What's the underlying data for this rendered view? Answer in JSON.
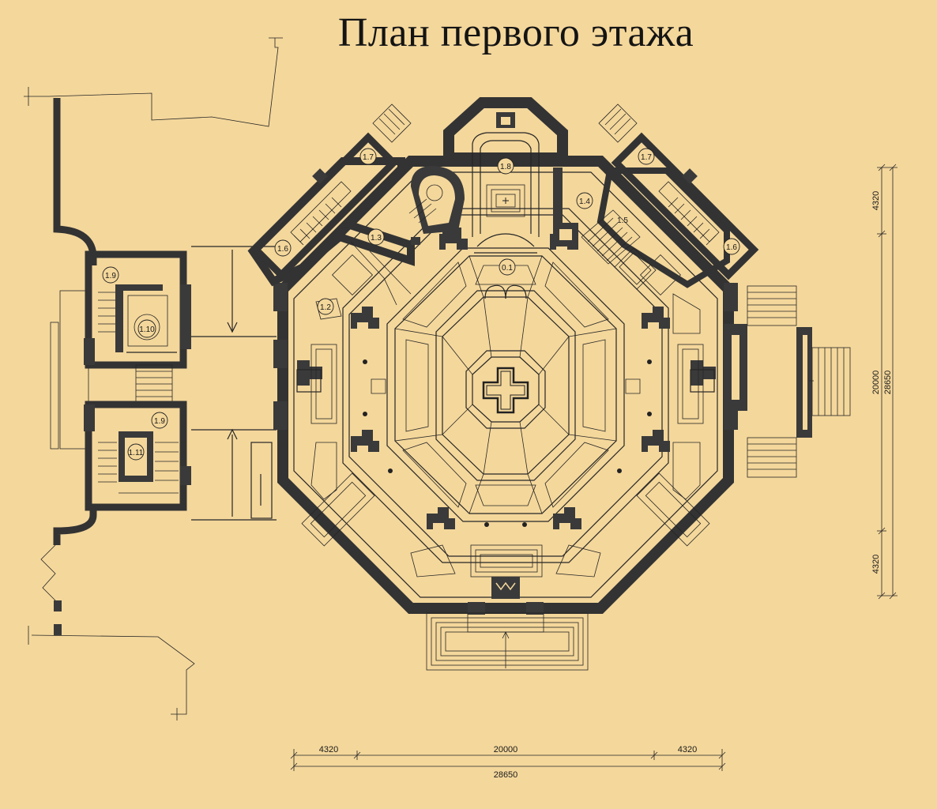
{
  "title": "План первого этажа",
  "rooms": [
    {
      "label": "1.7"
    },
    {
      "label": "1.8"
    },
    {
      "label": "1.7"
    },
    {
      "label": "1.6"
    },
    {
      "label": "1.3"
    },
    {
      "label": "1.4"
    },
    {
      "label": "1.5"
    },
    {
      "label": "1.6"
    },
    {
      "label": "0.1"
    },
    {
      "label": "1.2"
    },
    {
      "label": "1.9"
    },
    {
      "label": "1.10"
    },
    {
      "label": "1.9"
    },
    {
      "label": "1.11"
    }
  ],
  "dimensions": {
    "bottom": {
      "left": "4320",
      "middle": "20000",
      "right": "4320",
      "total": "28650"
    },
    "right": {
      "top": "4320",
      "middle": "20000",
      "bottom": "4320",
      "total": "28650"
    }
  },
  "colors": {
    "background": "#f4d79b",
    "walls": "#3a3a3a",
    "lines": "#262626"
  }
}
